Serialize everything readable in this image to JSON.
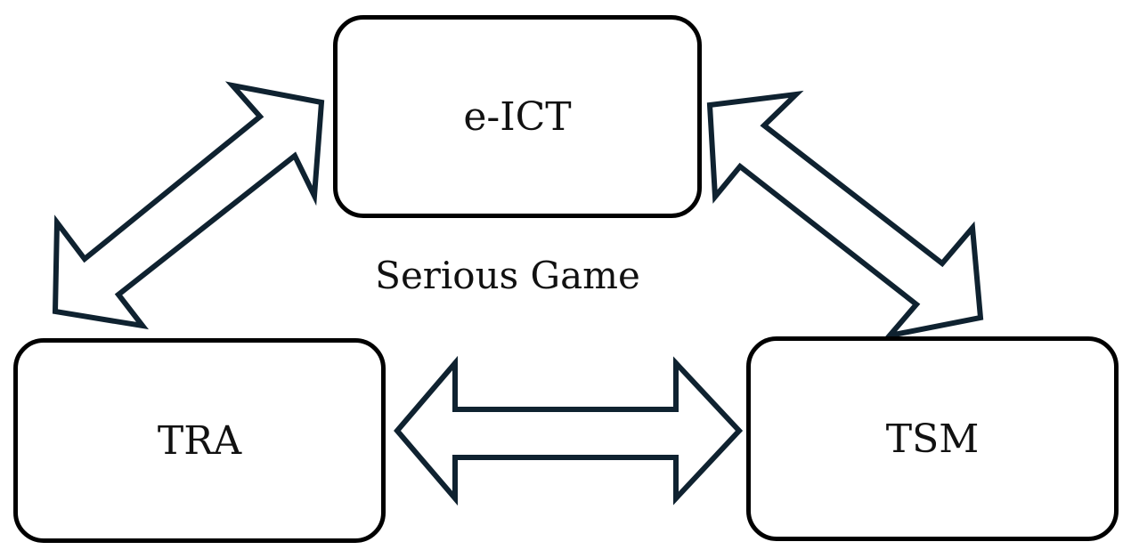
{
  "diagram": {
    "center_label": "Serious Game",
    "nodes": [
      {
        "id": "top",
        "label": "e-ICT"
      },
      {
        "id": "left",
        "label": "TRA"
      },
      {
        "id": "right",
        "label": "TSM"
      }
    ],
    "arrows": [
      {
        "from": "left",
        "to": "top",
        "type": "bidirectional"
      },
      {
        "from": "top",
        "to": "right",
        "type": "bidirectional"
      },
      {
        "from": "left",
        "to": "right",
        "type": "bidirectional"
      }
    ],
    "colors": {
      "box_border": "#000000",
      "arrow_stroke": "#0f2230",
      "background": "#ffffff"
    }
  }
}
